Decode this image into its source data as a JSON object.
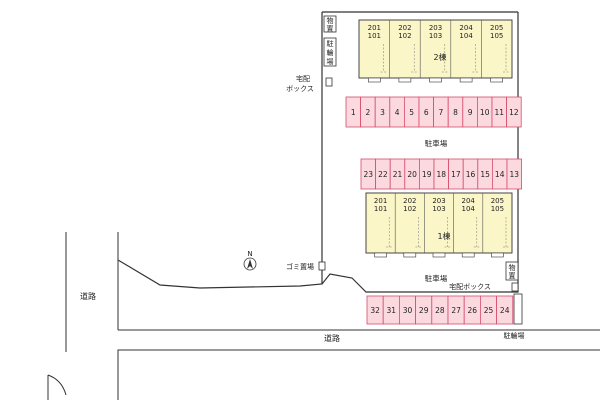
{
  "colors": {
    "building_fill": "#fbf6c8",
    "parking_fill": "#fbd9df",
    "parking_stroke": "#d64d6c",
    "line": "#333333"
  },
  "labels": {
    "bike_parking": "駐輪場",
    "delivery_box": "宅配\nボックス",
    "delivery_box_inline": "宅配ボックス",
    "trash": "ゴミ置場",
    "parking": "駐車場",
    "road": "道路",
    "storage": "物置",
    "north": "N"
  },
  "buildings": [
    {
      "name": "2棟",
      "units": [
        {
          "top": "201",
          "bottom": "101"
        },
        {
          "top": "202",
          "bottom": "102"
        },
        {
          "top": "203",
          "bottom": "103"
        },
        {
          "top": "204",
          "bottom": "104"
        },
        {
          "top": "205",
          "bottom": "105"
        }
      ]
    },
    {
      "name": "1棟",
      "units": [
        {
          "top": "201",
          "bottom": "101"
        },
        {
          "top": "202",
          "bottom": "102"
        },
        {
          "top": "203",
          "bottom": "103"
        },
        {
          "top": "204",
          "bottom": "104"
        },
        {
          "top": "205",
          "bottom": "105"
        }
      ]
    }
  ],
  "parking_rows": [
    [
      "1",
      "2",
      "3",
      "4",
      "5",
      "6",
      "7",
      "8",
      "9",
      "10",
      "11",
      "12"
    ],
    [
      "23",
      "22",
      "21",
      "20",
      "19",
      "18",
      "17",
      "16",
      "15",
      "14",
      "13"
    ],
    [
      "32",
      "31",
      "30",
      "29",
      "28",
      "27",
      "26",
      "25",
      "24"
    ]
  ]
}
